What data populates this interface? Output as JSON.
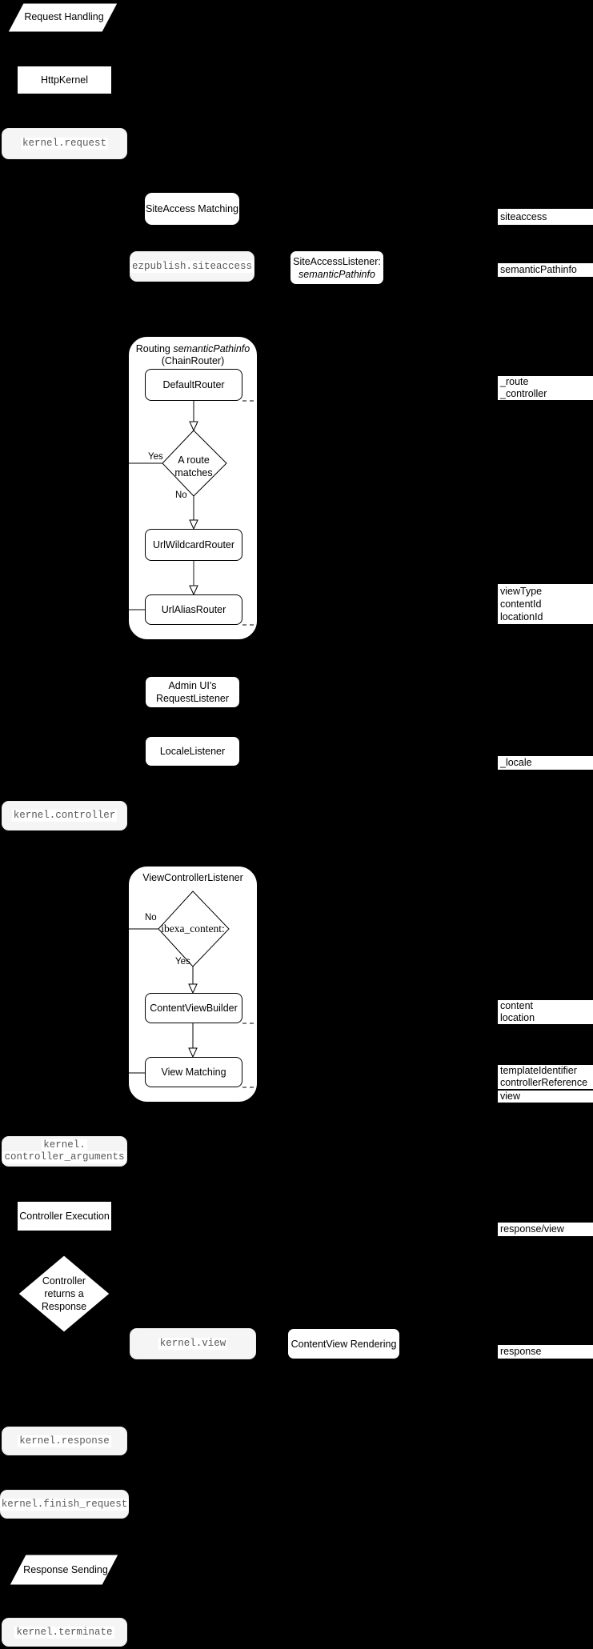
{
  "colors": {
    "background": "#000000",
    "node_fill": "#ffffff",
    "event_fill": "#f5f5f5",
    "event_text": "#595959",
    "line": "#000000",
    "text": "#000000"
  },
  "flow": {
    "request_handling": "Request Handling",
    "http_kernel": "HttpKernel",
    "kernel_request": "kernel.request",
    "siteaccess_matching": "SiteAccess Matching",
    "ezpublish_siteaccess": "ezpublish.siteaccess",
    "siteaccess_listener": [
      "SiteAccessListener:",
      "semanticPathinfo"
    ],
    "routing": {
      "title_prefix": "Routing",
      "title_italic": "semanticPathinfo",
      "title_line2": "(ChainRouter)",
      "default_router": "DefaultRouter",
      "decision": [
        "A route",
        "matches"
      ],
      "yes": "Yes",
      "no": "No",
      "url_wildcard_router": "UrlWildcardRouter",
      "url_alias_router": "UrlAliasRouter"
    },
    "admin_request_listener": [
      "Admin UI's",
      "RequestListener"
    ],
    "locale_listener": "LocaleListener",
    "kernel_controller": "kernel.controller",
    "view_controller_listener": {
      "title": "ViewControllerListener",
      "decision": "ibexa_content:",
      "no": "No",
      "yes": "Yes",
      "content_view_builder": "ContentViewBuilder",
      "view_matching": "View Matching"
    },
    "kernel_controller_arguments": [
      "kernel.",
      "controller_arguments"
    ],
    "controller_execution": "Controller Execution",
    "controller_returns_response": [
      "Controller",
      "returns a",
      "Response"
    ],
    "kernel_view": "kernel.view",
    "contentview_rendering": "ContentView Rendering",
    "kernel_response": "kernel.response",
    "kernel_finish_request": "kernel.finish_request",
    "response_sending": "Response Sending",
    "kernel_terminate": "kernel.terminate"
  },
  "side_labels": [
    {
      "lines": [
        "siteaccess"
      ]
    },
    {
      "lines": [
        "semanticPathinfo"
      ]
    },
    {
      "lines": [
        "_route",
        "_controller"
      ]
    },
    {
      "lines": [
        "viewType",
        "contentId",
        "locationId"
      ]
    },
    {
      "lines": [
        "_locale"
      ]
    },
    {
      "lines": [
        "content",
        "location"
      ]
    },
    {
      "lines": [
        "templateIdentifier",
        "controllerReference"
      ]
    },
    {
      "lines": [
        "view"
      ]
    },
    {
      "lines": [
        "response/view"
      ]
    },
    {
      "lines": [
        "response"
      ]
    }
  ]
}
